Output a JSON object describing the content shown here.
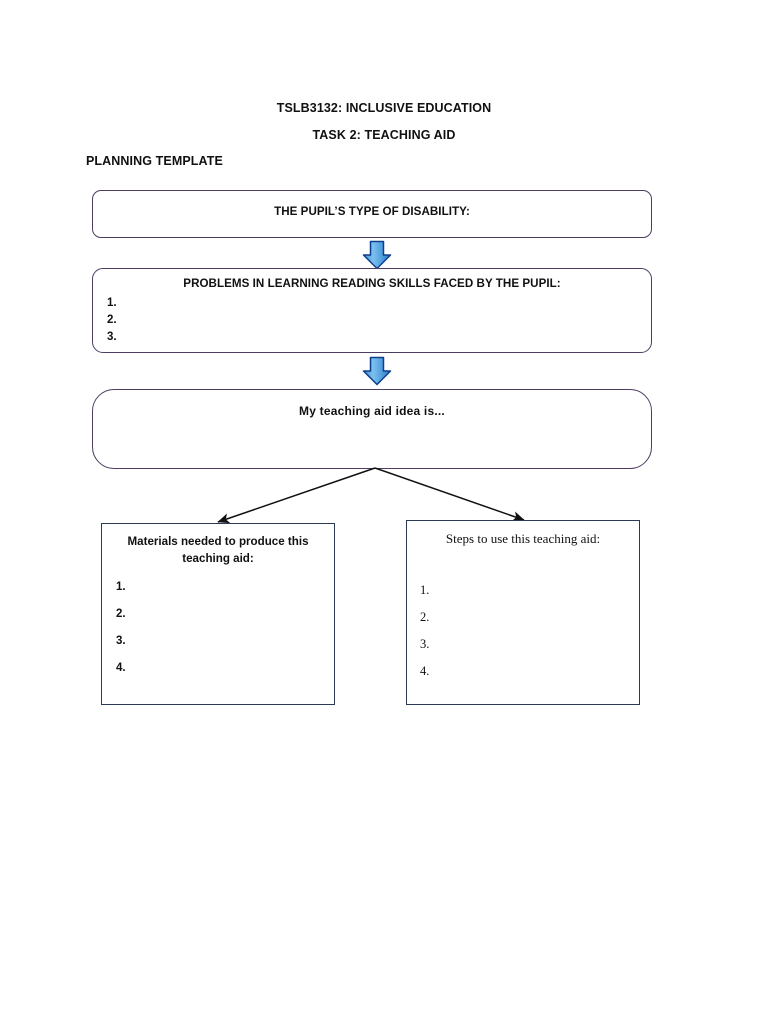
{
  "document": {
    "course_title": "TSLB3132: INCLUSIVE EDUCATION",
    "task_title": "TASK 2: TEACHING AID",
    "section_label": "PLANNING TEMPLATE"
  },
  "flow": {
    "disability_box": {
      "heading": "THE PUPIL’S TYPE OF DISABILITY:",
      "border_color": "#4c3c60"
    },
    "problems_box": {
      "heading": "PROBLEMS IN LEARNING READING SKILLS FACED BY THE PUPIL:",
      "items": [
        "1.",
        "2.",
        "3."
      ],
      "border_color": "#4c3c60"
    },
    "idea_box": {
      "heading": "My teaching aid idea is...",
      "border_color": "#4c3c60"
    },
    "arrows": {
      "arrow_1_name": "down-arrow-icon",
      "arrow_2_name": "down-arrow-icon",
      "fill_color": "#5ba7e0",
      "stroke_color": "#0d3f8c"
    },
    "connectors": {
      "line_color": "#111111"
    }
  },
  "outputs": {
    "materials_box": {
      "heading": "Materials needed to produce this teaching aid:",
      "items": [
        "1.",
        "2.",
        "3.",
        "4."
      ],
      "border_color": "#2b3a52"
    },
    "steps_box": {
      "heading": "Steps to use this teaching aid:",
      "items": [
        "1.",
        "2.",
        "3.",
        "4."
      ],
      "border_color": "#2b3a52"
    }
  }
}
